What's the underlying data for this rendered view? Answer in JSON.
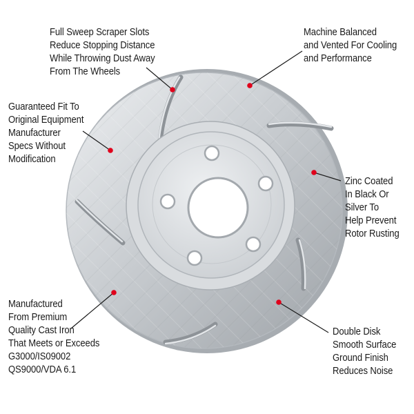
{
  "colors": {
    "background": "#ffffff",
    "marker": "#e0001b",
    "leader_line": "#1a1a1a",
    "text": "#1a1a1a",
    "rotor_light": "#eef0f2",
    "rotor_mid": "#c9cdd1",
    "rotor_dark": "#9ea3a8"
  },
  "callouts": [
    {
      "id": "scraper-slots",
      "lines": [
        "Full Sweep Scraper Slots",
        "Reduce Stopping Distance",
        "While Throwing Dust Away",
        "From The Wheels"
      ]
    },
    {
      "id": "machine-balanced",
      "lines": [
        "Machine Balanced",
        "and Vented For Cooling",
        "and Performance"
      ]
    },
    {
      "id": "guaranteed-fit",
      "lines": [
        "Guaranteed Fit To",
        "Original Equipment",
        "Manufacturer",
        "Specs Without",
        "Modification"
      ]
    },
    {
      "id": "zinc-coated",
      "lines": [
        "Zinc Coated",
        "In Black Or",
        "Silver To",
        "Help Prevent",
        "Rotor Rusting"
      ]
    },
    {
      "id": "cast-iron",
      "lines": [
        "Manufactured",
        "From Premium",
        "Quality Cast Iron",
        "That Meets or Exceeds",
        "G3000/IS09002",
        "QS9000/VDA 6.1"
      ]
    },
    {
      "id": "double-disk",
      "lines": [
        "Double Disk",
        "Smooth Surface",
        "Ground Finish",
        "Reduces Noise"
      ]
    }
  ]
}
